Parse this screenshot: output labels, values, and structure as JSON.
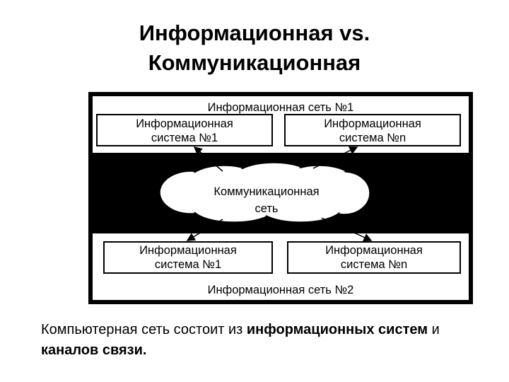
{
  "title": {
    "line1": "Информационная vs.",
    "line2": "Коммуникационная"
  },
  "diagram": {
    "net_top_label": "Информационная сеть №1",
    "net_bottom_label": "Информационная сеть №2",
    "sys_top_left": [
      "Информационная",
      "система №1"
    ],
    "sys_top_right": [
      "Информационная",
      "система №n"
    ],
    "sys_bottom_left": [
      "Информационная",
      "система №1"
    ],
    "sys_bottom_right": [
      "Информационная",
      "система №n"
    ],
    "cloud_label": [
      "Коммуникационная",
      "сеть"
    ]
  },
  "caption": {
    "p1": "Компьютерная сеть состоит из ",
    "b1": "информационных систем",
    "p2": " и ",
    "b2": "каналов связи",
    "p3": "."
  }
}
